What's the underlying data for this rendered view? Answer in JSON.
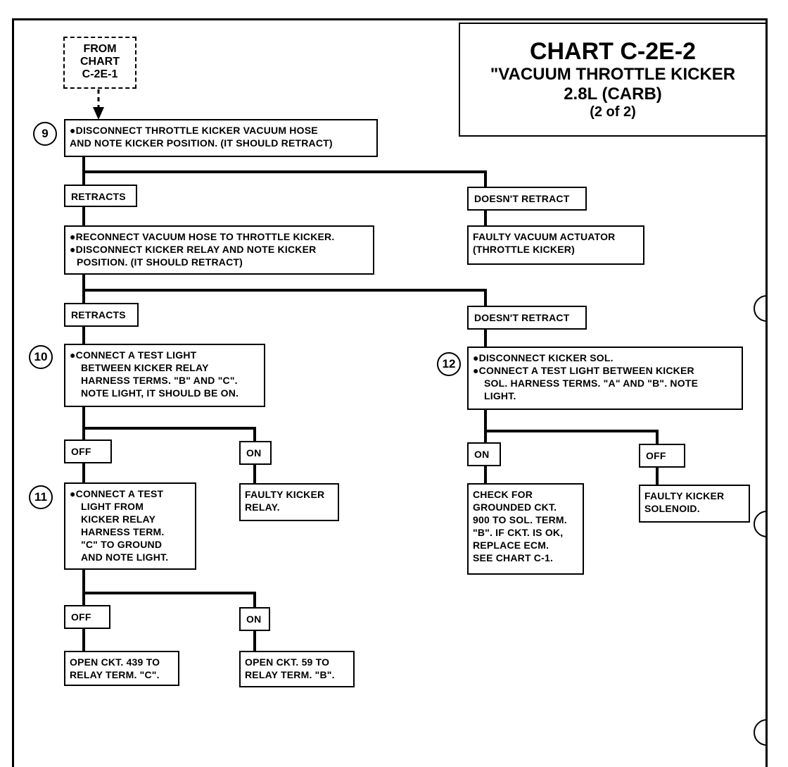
{
  "title": {
    "chart": "CHART C-2E-2",
    "line1": "\"VACUUM THROTTLE KICKER",
    "line2": "2.8L  (CARB)",
    "line3": "(2 of 2)"
  },
  "from": [
    "FROM",
    "CHART",
    "C-2E-1"
  ],
  "steps": {
    "s9": {
      "num": "9",
      "lines": [
        "●DISCONNECT THROTTLE KICKER VACUUM HOSE",
        "AND NOTE KICKER POSITION.  (IT SHOULD RETRACT)"
      ]
    },
    "s9b": {
      "lines": [
        "●RECONNECT VACUUM HOSE TO THROTTLE KICKER.",
        "●DISCONNECT KICKER RELAY AND NOTE KICKER",
        "POSITION.  (IT SHOULD RETRACT)"
      ]
    },
    "s10": {
      "num": "10",
      "lines": [
        "●CONNECT A TEST LIGHT",
        "BETWEEN KICKER RELAY",
        "HARNESS TERMS. \"B\" AND \"C\".",
        "NOTE LIGHT, IT SHOULD BE ON."
      ]
    },
    "s11": {
      "num": "11",
      "lines": [
        "●CONNECT A TEST",
        "LIGHT FROM",
        "KICKER RELAY",
        "HARNESS TERM.",
        "\"C\" TO GROUND",
        "AND NOTE LIGHT."
      ]
    },
    "s12": {
      "num": "12",
      "lines": [
        "●DISCONNECT KICKER  SOL.",
        "●CONNECT A TEST LIGHT BETWEEN KICKER",
        "SOL. HARNESS TERMS. \"A\" AND \"B\".  NOTE",
        "LIGHT."
      ]
    }
  },
  "labels": {
    "retracts1": "RETRACTS",
    "doesnt1": "DOESN'T RETRACT",
    "retracts2": "RETRACTS",
    "doesnt2": "DOESN'T RETRACT",
    "off10": "OFF",
    "on10": "ON",
    "on12": "ON",
    "off12": "OFF",
    "off11": "OFF",
    "on11": "ON"
  },
  "results": {
    "vacuum_actuator": [
      "FAULTY VACUUM ACTUATOR",
      "(THROTTLE KICKER)"
    ],
    "kicker_relay": [
      "FAULTY KICKER",
      "RELAY."
    ],
    "grounded": [
      "CHECK FOR",
      "GROUNDED CKT.",
      "900 TO SOL. TERM.",
      "\"B\".  IF CKT. IS OK,",
      "REPLACE ECM.",
      "SEE CHART C-1."
    ],
    "kicker_solenoid": [
      "FAULTY KICKER",
      "SOLENOID."
    ],
    "open439": [
      "OPEN CKT. 439 TO",
      "RELAY TERM. \"C\"."
    ],
    "open59": [
      "OPEN CKT. 59 TO",
      "RELAY TERM. \"B\"."
    ]
  }
}
